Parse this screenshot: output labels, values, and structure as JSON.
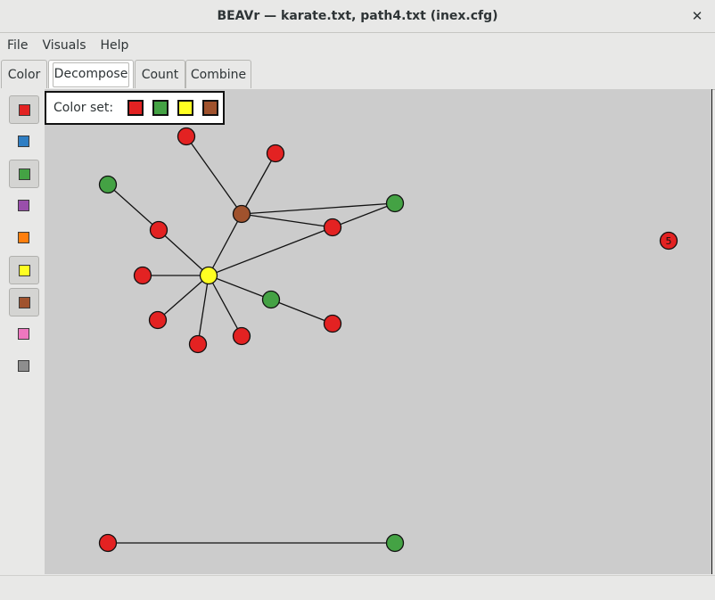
{
  "window": {
    "title": "BEAVr — karate.txt, path4.txt (inex.cfg)",
    "close_glyph": "✕"
  },
  "menu": [
    "File",
    "Visuals",
    "Help"
  ],
  "tabs": [
    {
      "label": "Color",
      "active": false
    },
    {
      "label": "Decompose",
      "active": true
    },
    {
      "label": "Count",
      "active": false
    },
    {
      "label": "Combine",
      "active": false
    }
  ],
  "palette": [
    {
      "name": "red",
      "color": "#e32222",
      "selected": true
    },
    {
      "name": "blue",
      "color": "#2f7ec3",
      "selected": false
    },
    {
      "name": "green",
      "color": "#44a244",
      "selected": true
    },
    {
      "name": "purple",
      "color": "#994fab",
      "selected": false
    },
    {
      "name": "orange",
      "color": "#ff7f0e",
      "selected": false
    },
    {
      "name": "yellow",
      "color": "#ffff22",
      "selected": true
    },
    {
      "name": "brown",
      "color": "#a0522d",
      "selected": true
    },
    {
      "name": "pink",
      "color": "#ee77bf",
      "selected": false
    },
    {
      "name": "gray",
      "color": "#8e8e8e",
      "selected": false
    }
  ],
  "legend": {
    "label": "Color set:",
    "colors": [
      "#e32222",
      "#44a244",
      "#ffff22",
      "#a0522d"
    ]
  },
  "graph": {
    "node_colors": {
      "red": "#e32222",
      "green": "#44a244",
      "yellow": "#ffff22",
      "brown": "#a0522d"
    },
    "node_label": "5"
  }
}
